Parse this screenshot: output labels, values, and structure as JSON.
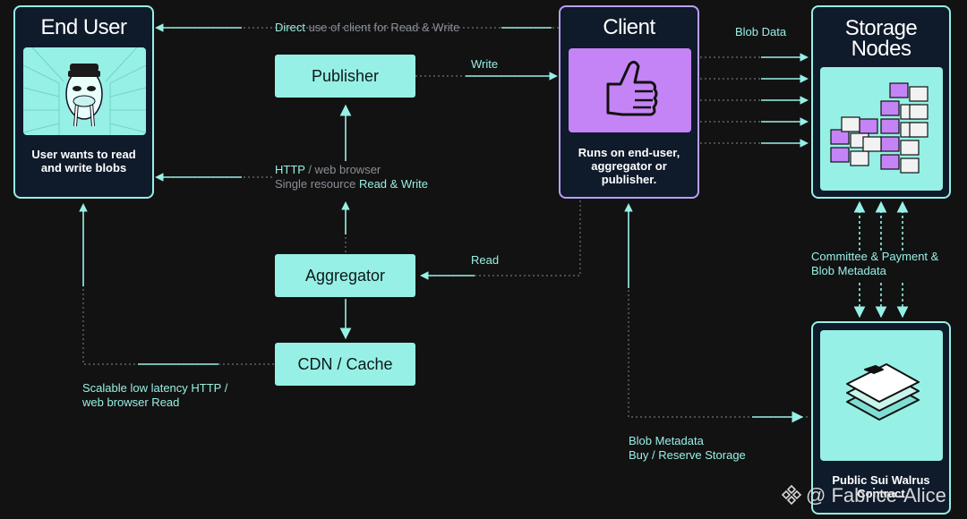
{
  "end_user": {
    "title": "End User",
    "caption": "User wants to read and write blobs"
  },
  "client": {
    "title": "Client",
    "caption": "Runs on end-user, aggregator or publisher."
  },
  "storage_nodes": {
    "title_line1": "Storage",
    "title_line2": "Nodes"
  },
  "contract": {
    "caption": "Public Sui Walrus Contract"
  },
  "nodes": {
    "publisher": "Publisher",
    "aggregator": "Aggregator",
    "cdn": "CDN / Cache"
  },
  "labels": {
    "direct_a": "Direct",
    "direct_b": " use of client for Read & Write",
    "write": "Write",
    "http_a": "HTTP",
    "http_b": " / web browser",
    "single_a": "Single resource ",
    "single_b": "Read & Write",
    "read": "Read",
    "blob_data": "Blob Data",
    "committee_1": "Committee & Payment &",
    "committee_2": "Blob Metadata",
    "scalable_1": "Scalable low latency HTTP /",
    "scalable_2": "web browser Read",
    "blob_meta_1": "Blob Metadata",
    "blob_meta_2": "Buy / Reserve Storage"
  },
  "watermark": "@ Fabrice-Alice",
  "colors": {
    "background": "#121212",
    "accent": "#97f0e5",
    "purple": "#c584f6",
    "card": "#0f1a2b",
    "muted": "#8a8f96"
  }
}
